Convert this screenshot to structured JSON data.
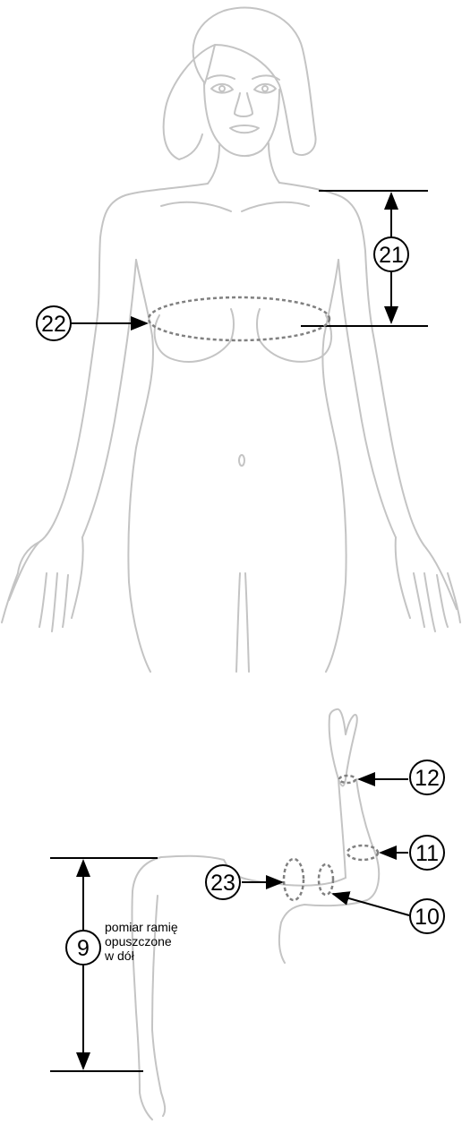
{
  "labels": {
    "m21": "21",
    "m22": "22",
    "m12": "12",
    "m11": "11",
    "m10": "10",
    "m23": "23",
    "m9": "9"
  },
  "note": {
    "line1": "pomiar ramię",
    "line2": "opuszczone",
    "line3": "w dół"
  },
  "colors": {
    "outline": "#c4c4c4",
    "measure_ring": "#808080",
    "marker": "#000000"
  }
}
